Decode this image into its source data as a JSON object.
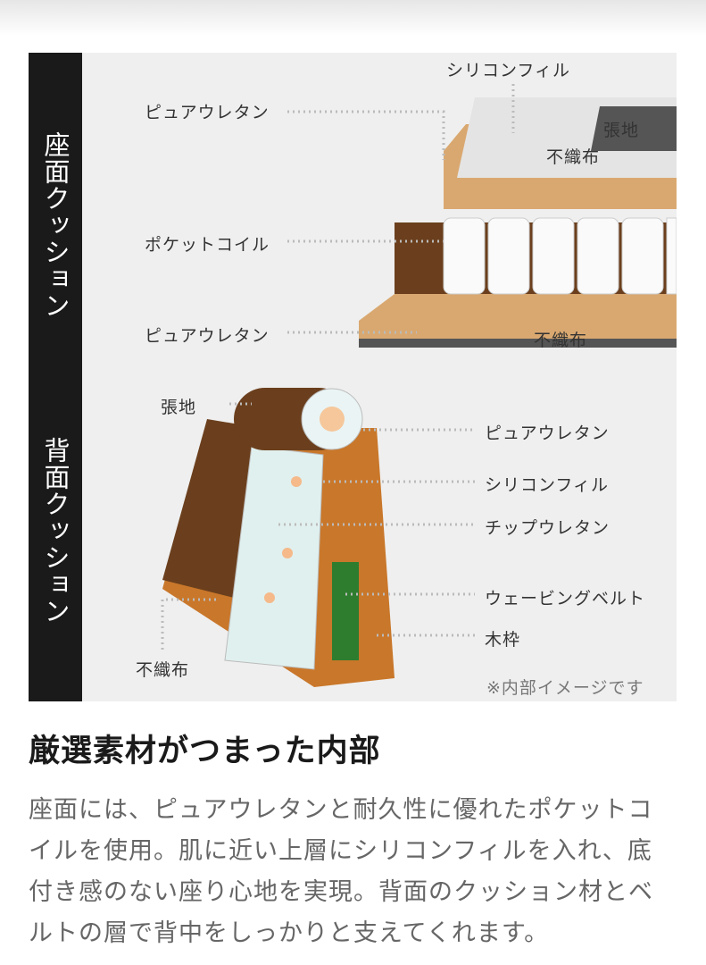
{
  "diagram": {
    "seat_heading": "座面クッション",
    "back_heading": "背面クッション",
    "seat_labels": {
      "silicon_fill": "シリコンフィル",
      "pure_urethane_top": "ピュアウレタン",
      "upholstery": "張地",
      "nonwoven_top": "不織布",
      "pocket_coil": "ポケットコイル",
      "pure_urethane_bottom": "ピュアウレタン",
      "nonwoven_bottom": "不織布"
    },
    "back_labels": {
      "upholstery": "張地",
      "pure_urethane": "ピュアウレタン",
      "silicon_fill": "シリコンフィル",
      "chip_urethane": "チップウレタン",
      "webbing_belt": "ウェービングベルト",
      "wood_frame": "木枠",
      "nonwoven": "不織布"
    },
    "note": "※内部イメージです"
  },
  "section": {
    "title": "厳選素材がつまった内部",
    "body": "座面には、ピュアウレタンと耐久性に優れたポケットコイルを使用。肌に近い上層にシリコンフィルを入れ、底付き感のない座り心地を実現。背面のクッション材とベルトの層で背中をしっかりと支えてくれます。"
  },
  "colors": {
    "wood": "#d9a870",
    "brown": "#6b3f1d",
    "frame": "#c9772a",
    "sidebar": "#1a1a1a"
  }
}
